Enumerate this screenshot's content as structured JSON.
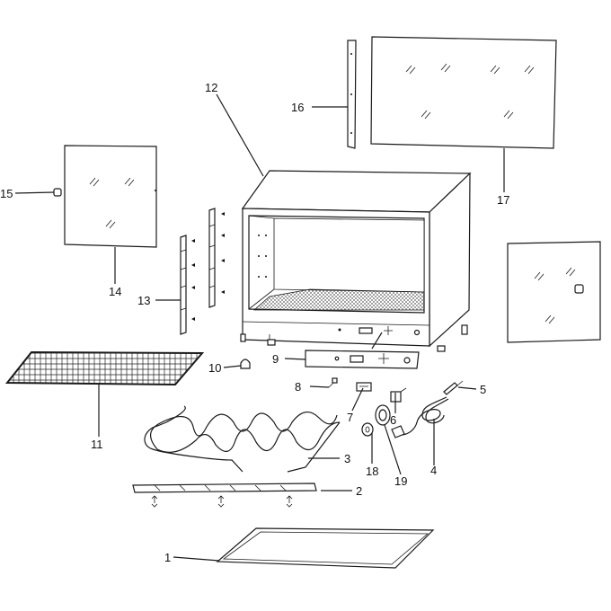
{
  "parts": [
    {
      "id": "1",
      "label": "1"
    },
    {
      "id": "2",
      "label": "2"
    },
    {
      "id": "3",
      "label": "3"
    },
    {
      "id": "4",
      "label": "4"
    },
    {
      "id": "5",
      "label": "5"
    },
    {
      "id": "6",
      "label": "6"
    },
    {
      "id": "7",
      "label": "7"
    },
    {
      "id": "8",
      "label": "8"
    },
    {
      "id": "9",
      "label": "9"
    },
    {
      "id": "10",
      "label": "10"
    },
    {
      "id": "11",
      "label": "11"
    },
    {
      "id": "12",
      "label": "12"
    },
    {
      "id": "13",
      "label": "13"
    },
    {
      "id": "14",
      "label": "14"
    },
    {
      "id": "15",
      "label": "15"
    },
    {
      "id": "16",
      "label": "16"
    },
    {
      "id": "17",
      "label": "17"
    },
    {
      "id": "18",
      "label": "18"
    },
    {
      "id": "19",
      "label": "19"
    }
  ]
}
